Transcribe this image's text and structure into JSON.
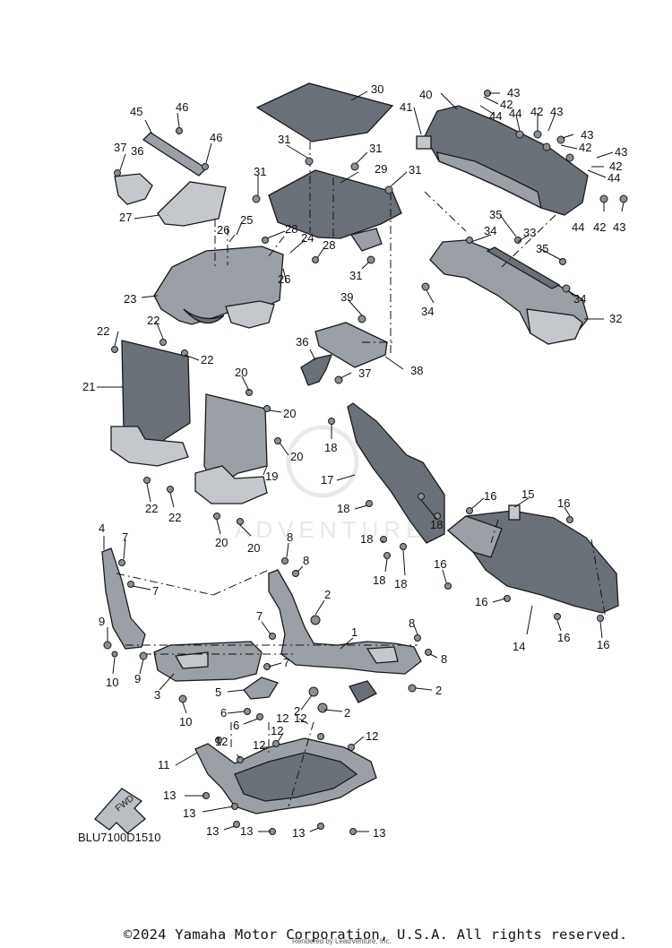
{
  "diagram": {
    "code": "BLU7100D1510",
    "fwd_label": "FWD",
    "watermark": "ADVENTURE",
    "copyright": "©2024 Yamaha Motor Corporation, U.S.A. All rights reserved.",
    "rendered_by": "Rendered by LeadVenture, Inc.",
    "callout_numbers": [
      "1",
      "2",
      "3",
      "4",
      "5",
      "6",
      "7",
      "8",
      "9",
      "10",
      "11",
      "12",
      "13",
      "14",
      "15",
      "16",
      "17",
      "18",
      "19",
      "20",
      "21",
      "22",
      "23",
      "24",
      "25",
      "26",
      "27",
      "28",
      "29",
      "30",
      "31",
      "32",
      "33",
      "34",
      "35",
      "36",
      "37",
      "38",
      "39",
      "40",
      "41",
      "42",
      "43",
      "44",
      "45",
      "46"
    ]
  }
}
